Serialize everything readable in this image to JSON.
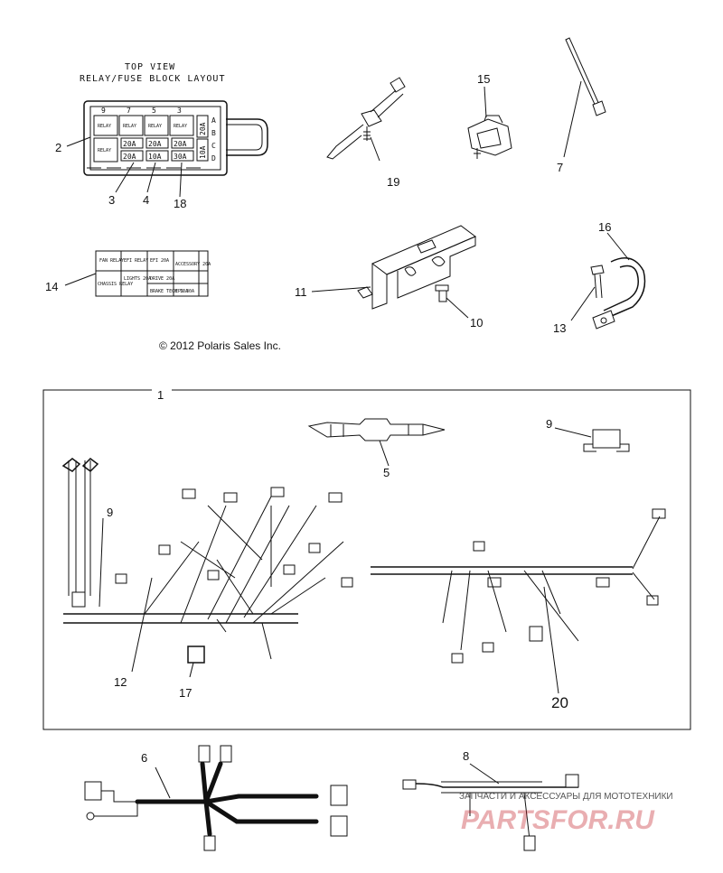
{
  "header": {
    "top_view": "TOP VIEW",
    "layout_label": "RELAY/FUSE BLOCK LAYOUT"
  },
  "fuse_block": {
    "relay_labels": [
      "RELAY",
      "RELAY",
      "RELAY",
      "RELAY",
      "RELAY"
    ],
    "fuse_labels": [
      "20A",
      "20A",
      "20A",
      "20A",
      "10A",
      "30A",
      "20A",
      "10A"
    ],
    "column_letters": [
      "A",
      "B",
      "C",
      "D"
    ],
    "top_numbers": [
      "9",
      "7",
      "5",
      "3"
    ]
  },
  "decal_label_14": {
    "cells": [
      "FAN RELAY",
      "EFI RELAY",
      "CHASSIS RELAY",
      "LIGHTS 20A",
      "DRIVE 20A",
      "ACCESSORY 20A",
      "EFI 20A",
      "BRAKE TECH 10A",
      "EPS 30A"
    ]
  },
  "copyright": "© 2012 Polaris Sales Inc.",
  "callouts": {
    "c1": "1",
    "c2": "2",
    "c3": "3",
    "c4": "4",
    "c5": "5",
    "c6": "6",
    "c7": "7",
    "c8": "8",
    "c9a": "9",
    "c9b": "9",
    "c10": "10",
    "c11": "11",
    "c12": "12",
    "c13": "13",
    "c14": "14",
    "c15": "15",
    "c16": "16",
    "c17": "17",
    "c18": "18",
    "c19": "19",
    "c20": "20"
  },
  "watermark": {
    "tagline": "ЗАПЧАСТИ И АКСЕССУАРЫ ДЛЯ МОТОТЕХНИКИ",
    "logo": "PARTSFOR.RU"
  },
  "colors": {
    "line": "#111111",
    "background": "#ffffff",
    "watermark": "#c0171f"
  }
}
